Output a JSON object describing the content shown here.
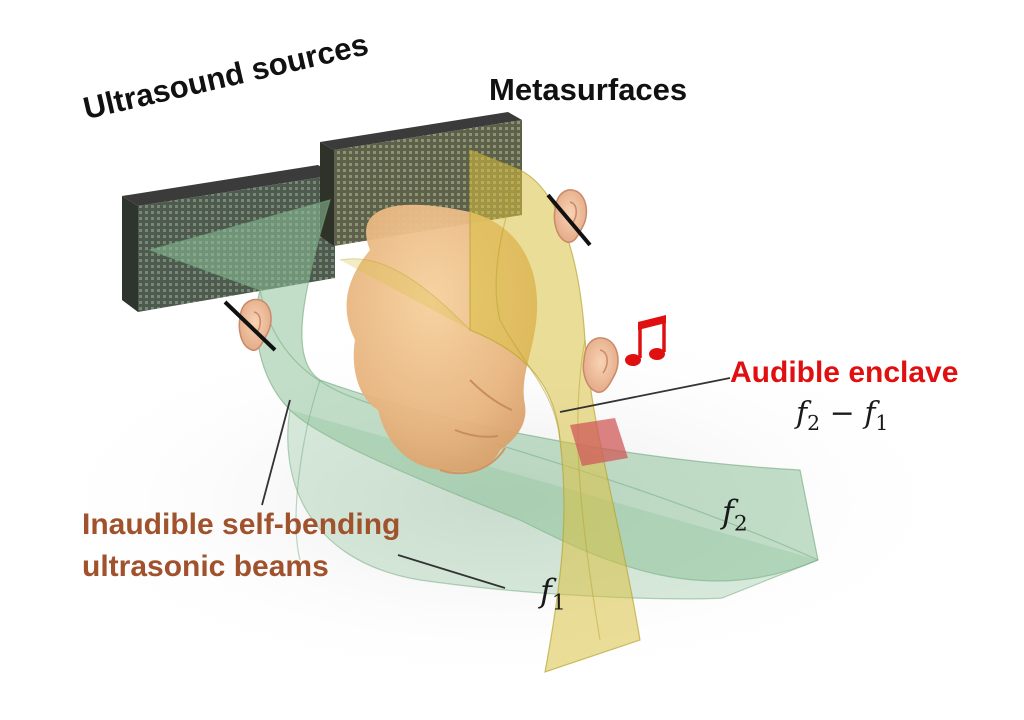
{
  "labels": {
    "ultrasound_sources": "Ultrasound sources",
    "metasurfaces": "Metasurfaces",
    "audible_enclave": "Audible enclave",
    "audible_formula": {
      "f2": "f",
      "sub2": "2",
      "minus": " − ",
      "f1": "f",
      "sub1": "1"
    },
    "inaudible_line1": "Inaudible self-bending",
    "inaudible_line2": "ultrasonic beams",
    "beam_f2": {
      "symbol": "f",
      "sub": "2"
    },
    "beam_f1": {
      "symbol": "f",
      "sub": "1"
    }
  },
  "colors": {
    "background": "#ffffff",
    "label_dark": "#111111",
    "audible_red": "#e01010",
    "inaudible_brown": "#a0522d",
    "green_beam": "#7fb98a",
    "yellow_beam": "#d9c24a",
    "head": "#eec08a",
    "enclave": "#d05a5a"
  },
  "icons": [
    "ear-icon",
    "muted-ear-icon",
    "music-note-icon"
  ]
}
